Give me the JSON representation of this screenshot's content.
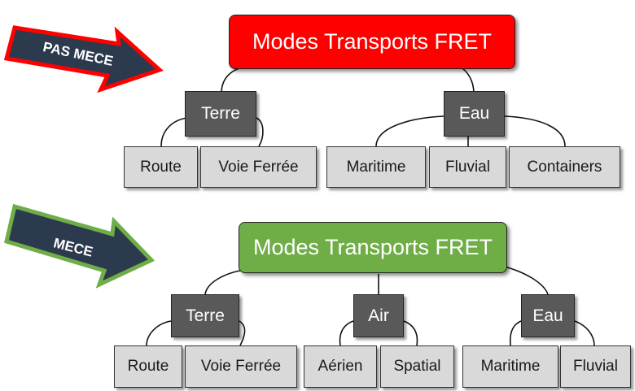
{
  "colors": {
    "red": "#ff0000",
    "green": "#6fad47",
    "dark": "#595959",
    "leaf": "#d9d9d9",
    "banner_fill": "#2c3a4e"
  },
  "top": {
    "banner": "PAS MECE",
    "root": "Modes Transports FRET",
    "groups": [
      {
        "label": "Terre",
        "children": [
          "Route",
          "Voie Ferrée"
        ]
      },
      {
        "label": "Eau",
        "children": [
          "Maritime",
          "Fluvial",
          "Containers"
        ]
      }
    ]
  },
  "bottom": {
    "banner": "MECE",
    "root": "Modes Transports FRET",
    "groups": [
      {
        "label": "Terre",
        "children": [
          "Route",
          "Voie Ferrée"
        ]
      },
      {
        "label": "Air",
        "children": [
          "Aérien",
          "Spatial"
        ]
      },
      {
        "label": "Eau",
        "children": [
          "Maritime",
          "Fluvial"
        ]
      }
    ]
  }
}
